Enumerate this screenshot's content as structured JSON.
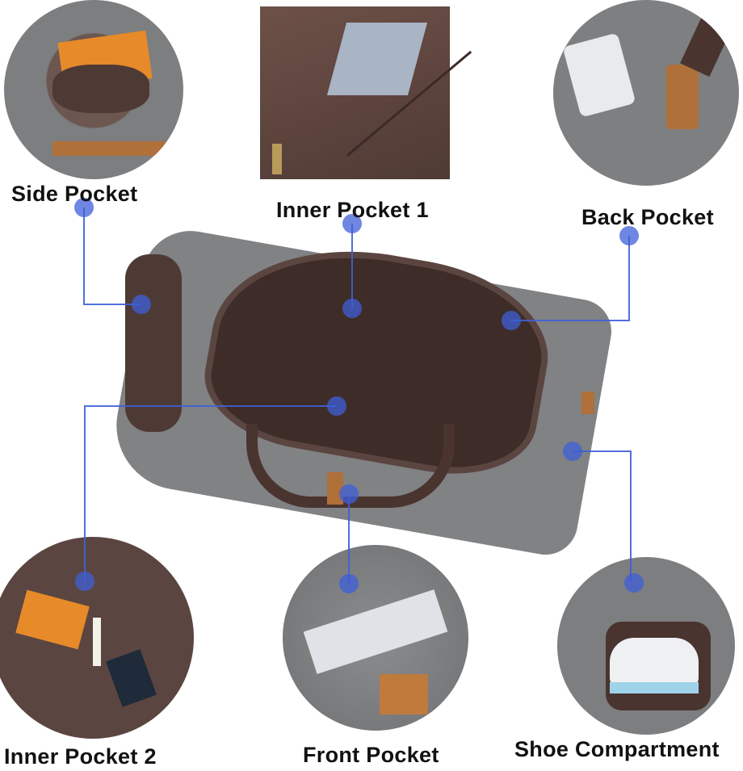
{
  "labels": {
    "side_pocket": "Side Pocket",
    "inner_pocket_1": "Inner Pocket 1",
    "back_pocket": "Back Pocket",
    "inner_pocket_2": "Inner Pocket 2",
    "front_pocket": "Front Pocket",
    "shoe_compartment": "Shoe Compartment"
  },
  "colors": {
    "callout_blue": "#3f5fd8",
    "canvas_gray": "#7a7c7d",
    "lining_brown": "#5b4540",
    "leather_tan": "#b0703a"
  }
}
